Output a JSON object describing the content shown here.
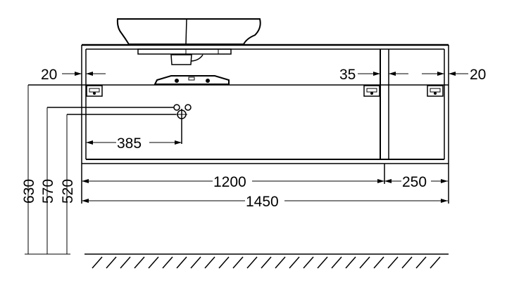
{
  "drawing": {
    "dimensions": {
      "left_side_offset": "20",
      "divider_thickness": "35",
      "right_side_offset": "20",
      "drain_offset": "385",
      "main_width": "1200",
      "side_width": "250",
      "total_width": "1450",
      "height_top_rail": "630",
      "height_supply": "570",
      "height_drain": "520"
    },
    "colors": {
      "line": "#000000",
      "background": "#ffffff"
    }
  }
}
